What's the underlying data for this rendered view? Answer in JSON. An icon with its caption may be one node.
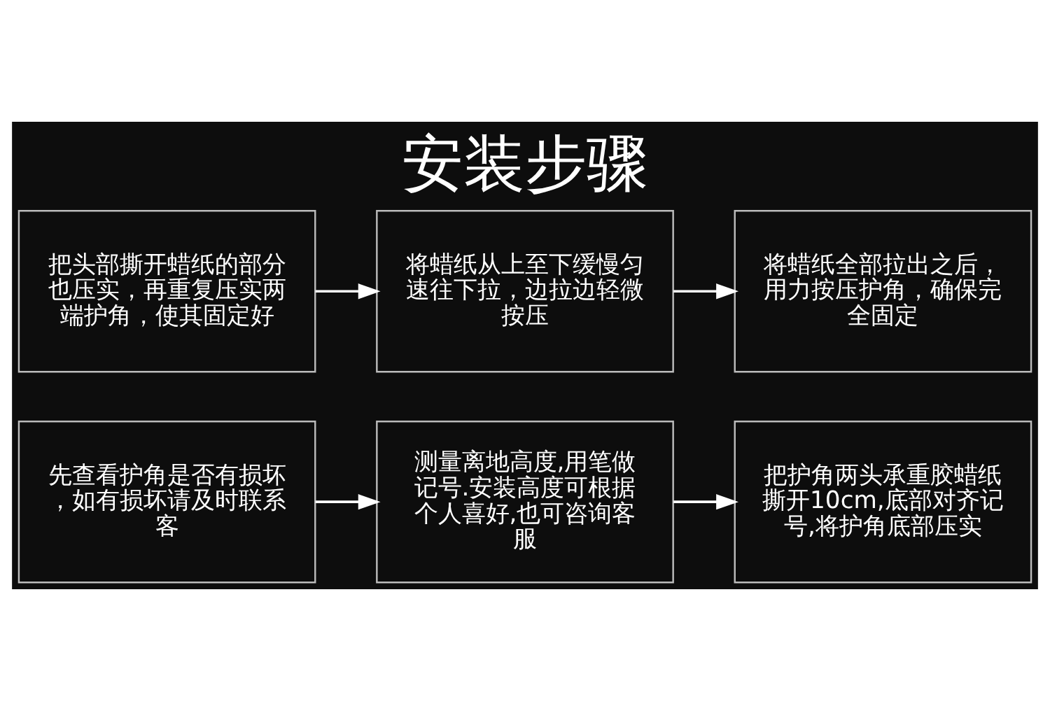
{
  "diagram": {
    "title": "安装步骤",
    "nodes": [
      {
        "text": [
          "先查看护角是否有损坏，如有损坏请及时联系客"
        ]
      },
      {
        "text": [
          "测量离地高度,用笔做记号.安装高度可根据个人喜好,也可咨询客服"
        ]
      },
      {
        "text": [
          "把护角两头承重胶蜡纸撕开10cm,底部对齐记号,将护角底部压实"
        ]
      },
      {
        "text": [
          "把头部撕开蜡纸的部分也压实，再重复压实两端护角，使其固定好"
        ]
      },
      {
        "text": [
          "将蜡纸从上至下缓慢匀速往下拉，边拉边轻微按压"
        ]
      },
      {
        "text": [
          "将蜡纸全部拉出之后，用力按压护角，确保完全固定"
        ]
      }
    ],
    "edges": [
      {
        "from": 0,
        "to": 1,
        "arrow": "to"
      },
      {
        "from": 1,
        "to": 2,
        "arrow": "to"
      },
      {
        "from": 3,
        "to": 4,
        "arrow": "to"
      },
      {
        "from": 4,
        "to": 5,
        "arrow": "to"
      }
    ]
  }
}
